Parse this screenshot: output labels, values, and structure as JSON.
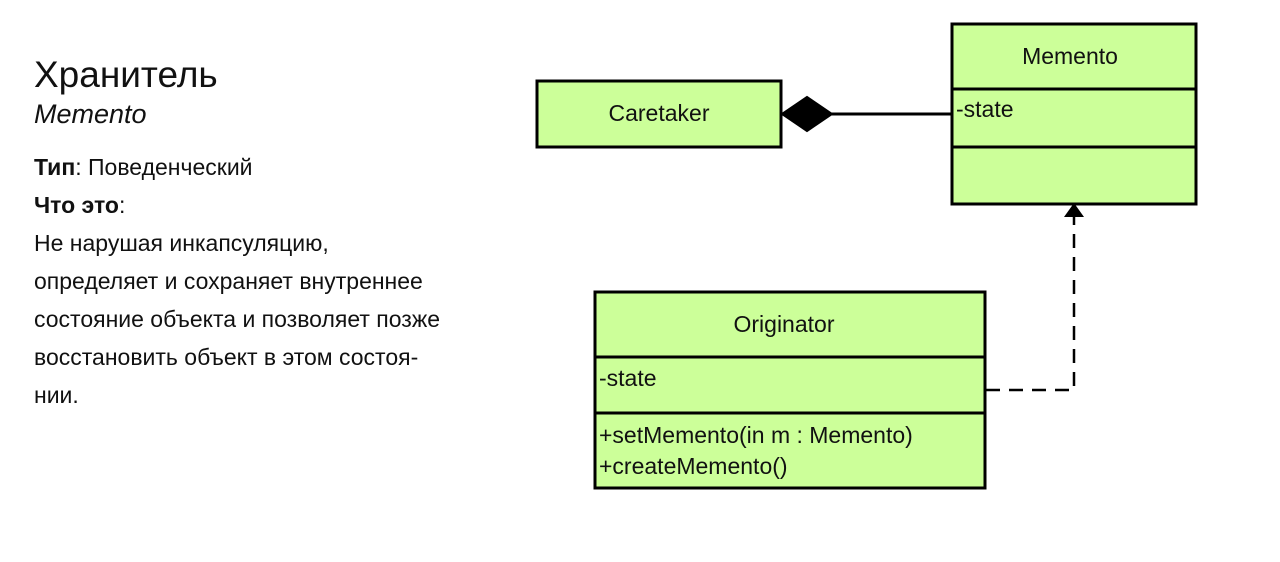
{
  "header": {
    "title": "Хранитель",
    "subtitle": "Memento"
  },
  "info": {
    "type_label": "Тип",
    "type_value": ": Поведенческий",
    "what_label": "Что это",
    "what_suffix": ":",
    "description": "Не нарушая инкапсуляцию,\nопределяет и сохраняет внутреннее\nсостояние объекта и позволяет позже\nвосстановить объект в этом состоя-\nнии."
  },
  "diagram": {
    "fill_color": "#ccff99",
    "stroke_color": "#000000",
    "caretaker": {
      "name": "Caretaker"
    },
    "memento": {
      "name": "Memento",
      "attributes": [
        "-state"
      ],
      "operations": []
    },
    "originator": {
      "name": "Originator",
      "attributes": [
        "-state"
      ],
      "operations": [
        "+setMemento(in m : Memento)",
        "+createMemento()"
      ]
    },
    "relations": [
      {
        "kind": "composition",
        "from": "Caretaker",
        "to": "Memento",
        "marker": "filled-diamond"
      },
      {
        "kind": "dependency",
        "from": "Originator",
        "to": "Memento",
        "marker": "open-arrow",
        "line": "dashed"
      }
    ]
  }
}
